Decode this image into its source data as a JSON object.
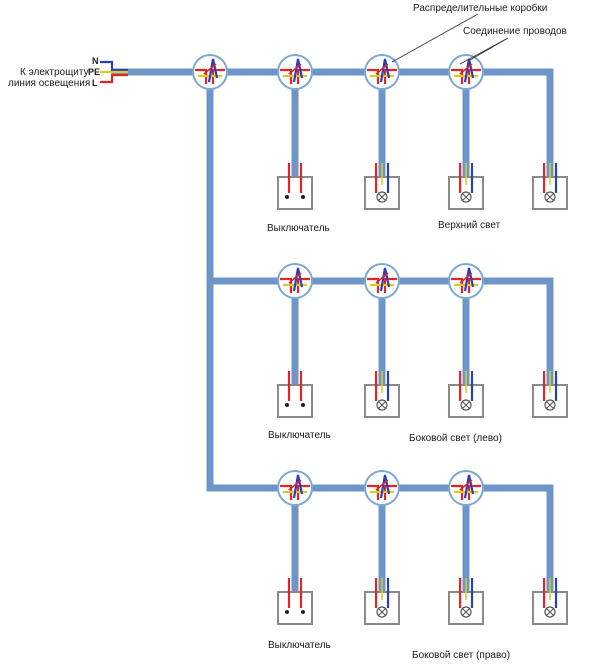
{
  "labels": {
    "top_boxes": "Распределительные коробки",
    "wire_join": "Соединение проводов",
    "to_panel": "К  электрощиту",
    "lighting_line": "линия освещения",
    "wire_n": "N",
    "wire_pe": "PE",
    "wire_l": "L",
    "row1_switch": "Выключатель",
    "row1_lamp": "Верхний свет",
    "row2_switch": "Выключатель",
    "row2_lamp": "Боковой свет (лево)",
    "row3_switch": "Выключатель",
    "row3_lamp": "Боковой свет (право)"
  },
  "colors": {
    "conduit": "#6f95c8",
    "box_outline": "#7aa8d6",
    "phase": "#e12424",
    "neutral": "#2b3fb8",
    "earth": "#d6cd2a",
    "device_outline": "#8a8a8a"
  },
  "icons": [
    "junction-box-icon",
    "switch-icon",
    "lamp-icon"
  ]
}
